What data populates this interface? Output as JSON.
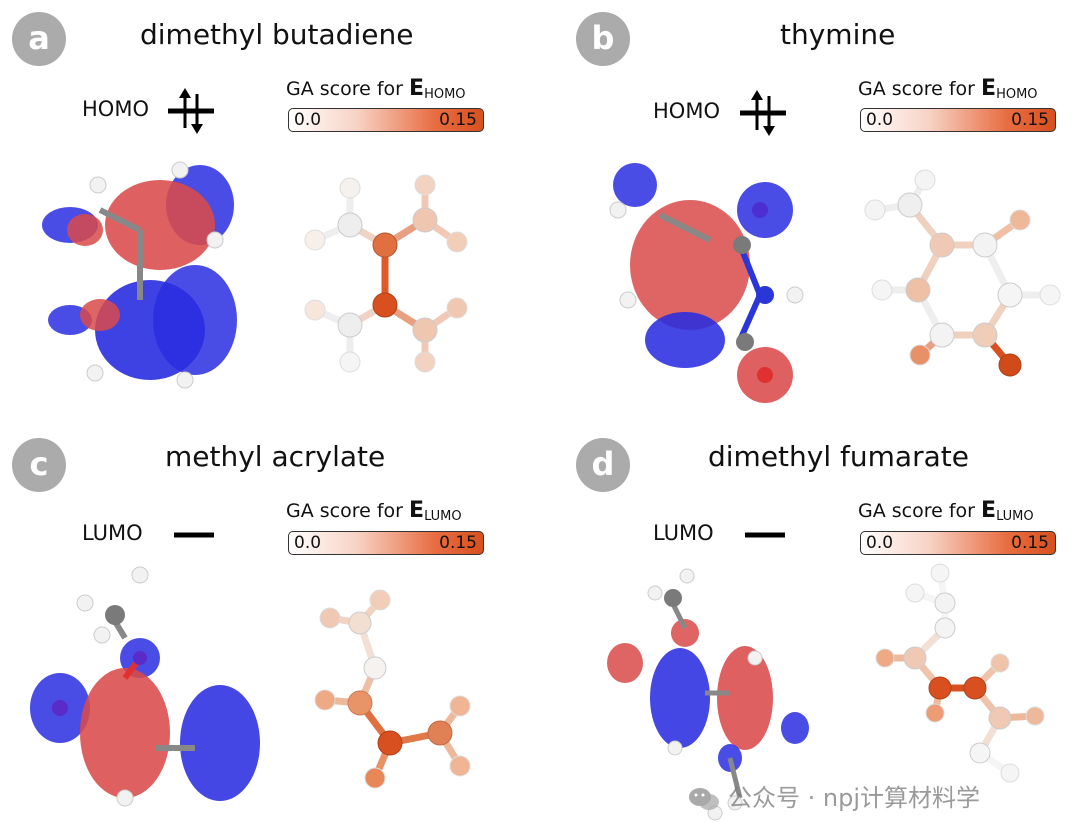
{
  "panels": [
    {
      "id": "a",
      "badge": "a",
      "title": "dimethyl butadiene",
      "orbital": "HOMO",
      "ga_prefix": "GA score for ",
      "ga_symbol": "E",
      "ga_sub": "HOMO",
      "cbar_min": "0.0",
      "cbar_max": "0.15"
    },
    {
      "id": "b",
      "badge": "b",
      "title": "thymine",
      "orbital": "HOMO",
      "ga_prefix": "GA score for ",
      "ga_symbol": "E",
      "ga_sub": "HOMO",
      "cbar_min": "0.0",
      "cbar_max": "0.15"
    },
    {
      "id": "c",
      "badge": "c",
      "title": "methyl acrylate",
      "orbital": "LUMO",
      "ga_prefix": "GA score for ",
      "ga_symbol": "E",
      "ga_sub": "LUMO",
      "cbar_min": "0.0",
      "cbar_max": "0.15"
    },
    {
      "id": "d",
      "badge": "d",
      "title": "dimethyl fumarate",
      "orbital": "LUMO",
      "ga_prefix": "GA score for ",
      "ga_symbol": "E",
      "ga_sub": "LUMO",
      "cbar_min": "0.0",
      "cbar_max": "0.15"
    }
  ],
  "watermark": {
    "text": "公众号 · npj计算材料学"
  },
  "colors": {
    "badge": "#ababab",
    "orbital_positive": "#d94a4a",
    "orbital_negative": "#2a2ee0",
    "score_low": "#ffffff",
    "score_high": "#d8501e",
    "atom_carbon": "#7a7a7a",
    "atom_hydrogen": "#f2f2f2",
    "atom_nitrogen": "#2b36d9",
    "atom_oxygen": "#e03030"
  }
}
